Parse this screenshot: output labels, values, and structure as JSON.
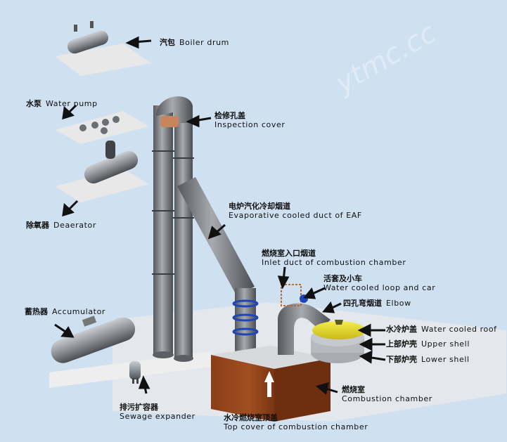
{
  "watermark": "ytmc.cc",
  "labels": {
    "boiler_drum": {
      "zh": "汽包",
      "en": "Boiler drum"
    },
    "water_pump": {
      "zh": "水泵",
      "en": "Water pump"
    },
    "deaerator": {
      "zh": "除氧器",
      "en": "Deaerator"
    },
    "accumulator": {
      "zh": "蓄热器",
      "en": "Accumulator"
    },
    "sewage_expander": {
      "zh": "排污扩容器",
      "en": "Sewage expander"
    },
    "inspection_cover": {
      "zh": "检修孔盖",
      "en": "Inspection cover"
    },
    "evaporative_duct": {
      "zh": "电炉汽化冷却烟道",
      "en": "Evaporative cooled duct of EAF"
    },
    "inlet_duct": {
      "zh": "燃烧室入口烟道",
      "en": "Inlet duct of combustion chamber"
    },
    "water_cooled_loop": {
      "zh": "活套及小车",
      "en": "Water cooled loop and car"
    },
    "elbow": {
      "zh": "四孔弯烟道",
      "en": "Elbow"
    },
    "water_cooled_roof": {
      "zh": "水冷炉盖",
      "en": "Water cooled roof"
    },
    "upper_shell": {
      "zh": "上部炉壳",
      "en": "Upper shell"
    },
    "lower_shell": {
      "zh": "下部炉壳",
      "en": "Lower shell"
    },
    "combustion_chamber": {
      "zh": "燃烧室",
      "en": "Combustion chamber"
    },
    "top_cover": {
      "zh": "水冷燃烧室顶盖",
      "en": "Top cover of combustion chamber"
    }
  }
}
